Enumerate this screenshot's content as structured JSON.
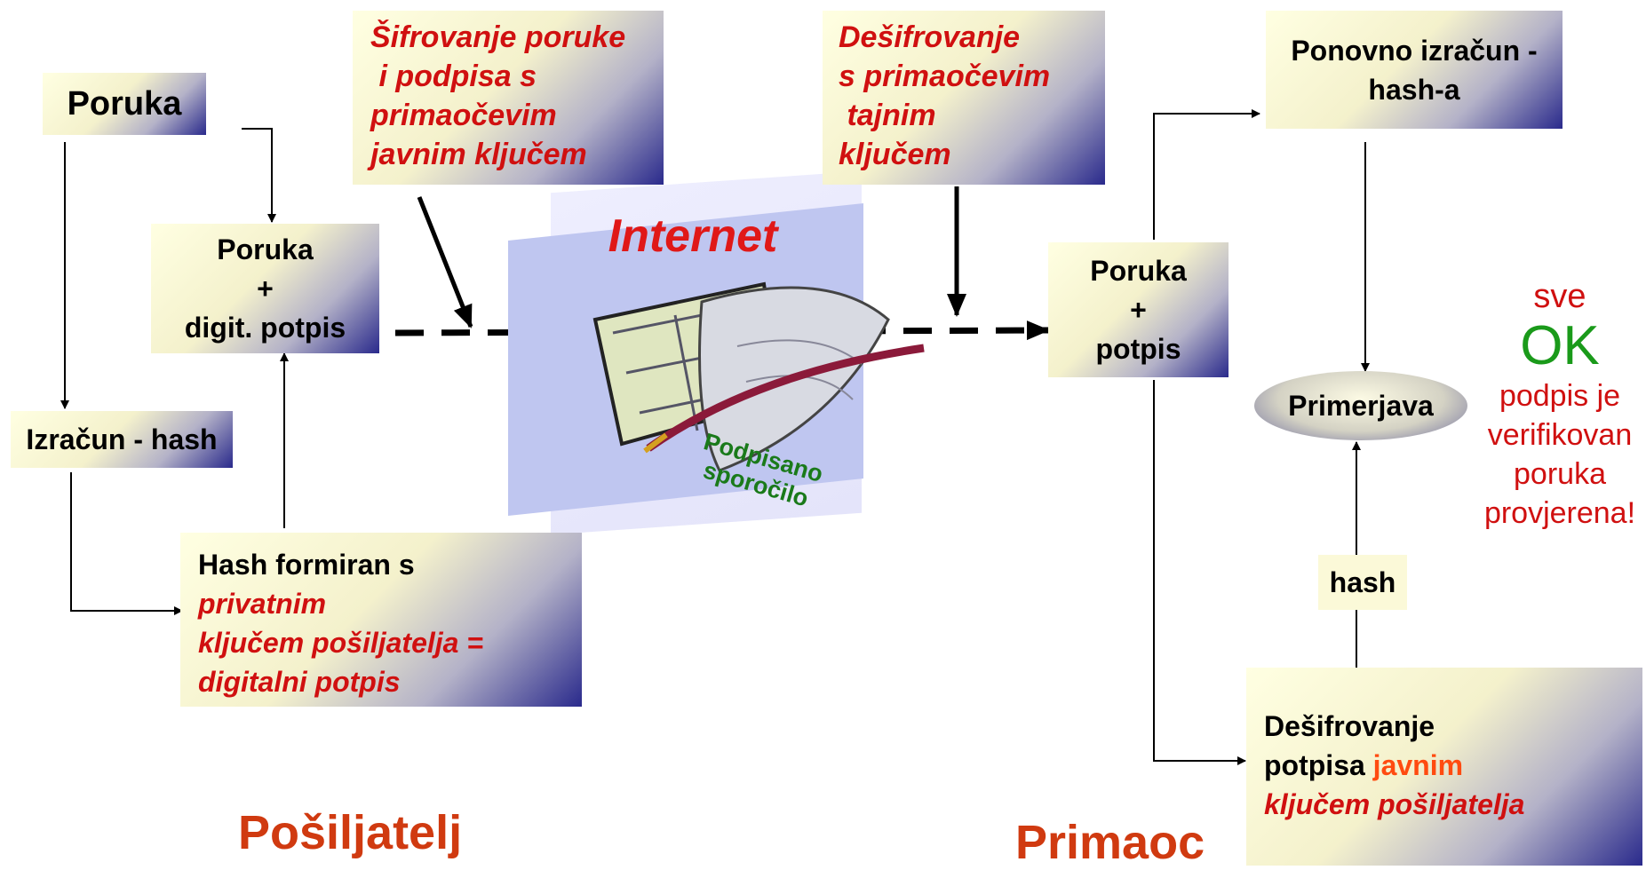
{
  "sender": {
    "label": "Pošiljatelj",
    "message_box": "Poruka",
    "message_signature_box": [
      "Poruka",
      "+",
      "digit. potpis"
    ],
    "hash_box": "Izračun - hash",
    "signed_hash_box": {
      "line1": "Hash formiran s",
      "line2": "privatnim",
      "line3": "ključem pošiljatelja =",
      "line4": "digitalni potpis"
    },
    "encrypt_note": [
      "Šifrovanje poruke",
      " i podpisa s",
      "primaočevim",
      "javnim ključem"
    ]
  },
  "internet": {
    "title": "Internet",
    "caption": [
      "Podpisano",
      "sporočilo"
    ]
  },
  "receiver": {
    "label": "Primaoc",
    "decrypt_note": [
      "Dešifrovanje",
      "s primaočevim",
      " tajnim",
      "ključem"
    ],
    "message_signature_box": [
      "Poruka",
      "+",
      "potpis"
    ],
    "recompute_box": [
      "Ponovno izračun -",
      "hash-a"
    ],
    "compare_ellipse": "Primerjava",
    "hash_label": "hash",
    "decrypt_signature_box": {
      "line1": "Dešifrovanje",
      "line2a": "potpisa ",
      "line2b": "javnim",
      "line3": "ključem pošiljatelja"
    },
    "result": {
      "sve": "sve",
      "ok": "OK",
      "lines": [
        "podpis je",
        "verifikovan",
        "poruka",
        "provjerena!"
      ]
    }
  },
  "colors": {
    "box_gradient_light": "#ffffe2",
    "box_gradient_dark": "#2a2a8c",
    "red_text": "#d01010",
    "orange_text": "#ff4b10",
    "side_label": "#d03a10",
    "ok_green": "#1a9a1a",
    "internet_title": "#e01818",
    "internet_caption": "#1a7a1a"
  }
}
